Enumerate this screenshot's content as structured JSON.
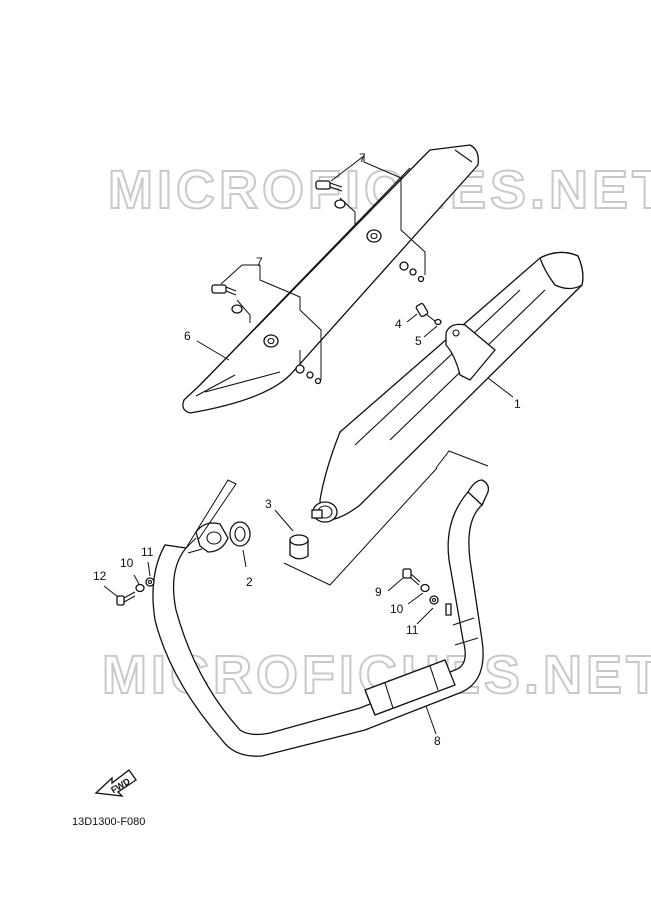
{
  "watermark": "MICROFICHES.NET",
  "diagram_code": "13D1300-F080",
  "fwd_label": "FWD",
  "callouts": [
    {
      "id": "c1",
      "text": "1"
    },
    {
      "id": "c2",
      "text": "2"
    },
    {
      "id": "c3",
      "text": "3"
    },
    {
      "id": "c4",
      "text": "4"
    },
    {
      "id": "c5",
      "text": "5"
    },
    {
      "id": "c6",
      "text": "6"
    },
    {
      "id": "c7a",
      "text": "7"
    },
    {
      "id": "c7b",
      "text": "7"
    },
    {
      "id": "c8",
      "text": "8"
    },
    {
      "id": "c9",
      "text": "9"
    },
    {
      "id": "c10a",
      "text": "10"
    },
    {
      "id": "c10b",
      "text": "10"
    },
    {
      "id": "c11a",
      "text": "11"
    },
    {
      "id": "c11b",
      "text": "11"
    },
    {
      "id": "c12",
      "text": "12"
    }
  ]
}
